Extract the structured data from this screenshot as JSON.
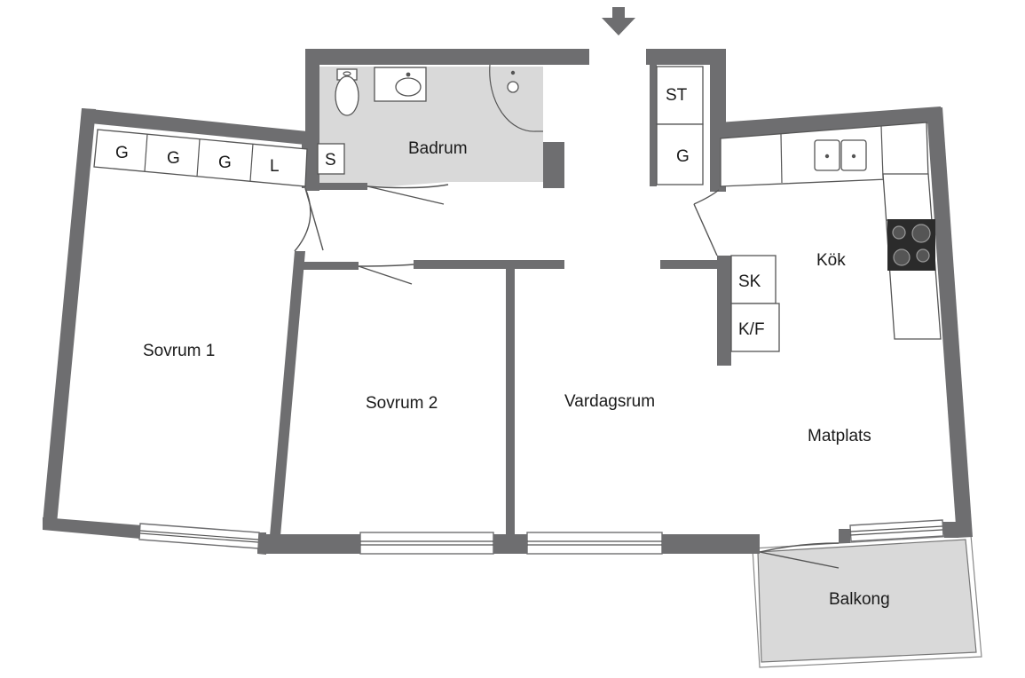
{
  "rooms": {
    "badrum": "Badrum",
    "sovrum1": "Sovrum 1",
    "sovrum2": "Sovrum 2",
    "vardagsrum": "Vardagsrum",
    "kok": "Kök",
    "matplats": "Matplats",
    "balkong": "Balkong"
  },
  "cabinets": {
    "g1": "G",
    "g2": "G",
    "g3": "G",
    "l": "L",
    "s": "S",
    "st": "ST",
    "g_hall": "G",
    "sk": "SK",
    "kf": "K/F"
  },
  "colors": {
    "wall": "#6e6e70",
    "wet_room_floor": "#d9d9d9",
    "balcony_floor": "#d9d9d9",
    "stove": "#2b2b2b"
  },
  "icons": [
    "entrance-arrow-icon",
    "toilet-icon",
    "sink-icon",
    "shower-icon",
    "kitchen-sink-icon",
    "stove-icon"
  ]
}
